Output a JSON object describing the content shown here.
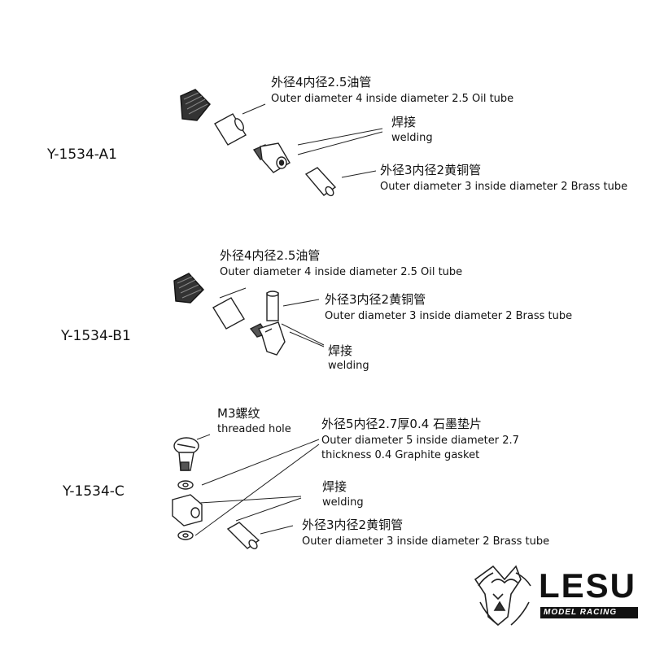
{
  "sections": [
    {
      "code": "Y-1534-A1",
      "labels": [
        {
          "cn": "外径4内径2.5油管",
          "en": "Outer diameter 4 inside diameter 2.5 Oil tube"
        },
        {
          "cn": "焊接",
          "en": "welding"
        },
        {
          "cn": "外径3内径2黄铜管",
          "en": "Outer diameter 3 inside diameter 2 Brass tube"
        }
      ]
    },
    {
      "code": "Y-1534-B1",
      "labels": [
        {
          "cn": "外径4内径2.5油管",
          "en": "Outer diameter 4 inside diameter 2.5 Oil tube"
        },
        {
          "cn": "外径3内径2黄铜管",
          "en": "Outer diameter 3 inside diameter 2 Brass tube"
        },
        {
          "cn": "焊接",
          "en": "welding"
        }
      ]
    },
    {
      "code": "Y-1534-C",
      "labels": [
        {
          "cn": "M3螺纹",
          "en": "threaded hole"
        },
        {
          "cn": "外径5内径2.7厚0.4 石墨垫片",
          "en": "Outer diameter 5 inside diameter 2.7",
          "en2": "thickness 0.4 Graphite gasket"
        },
        {
          "cn": "焊接",
          "en": "welding"
        },
        {
          "cn": "外径3内径2黄铜管",
          "en": "Outer diameter 3 inside diameter 2 Brass tube"
        }
      ]
    }
  ],
  "logo": {
    "brand": "LESU",
    "tagline": "MODEL RACING"
  }
}
